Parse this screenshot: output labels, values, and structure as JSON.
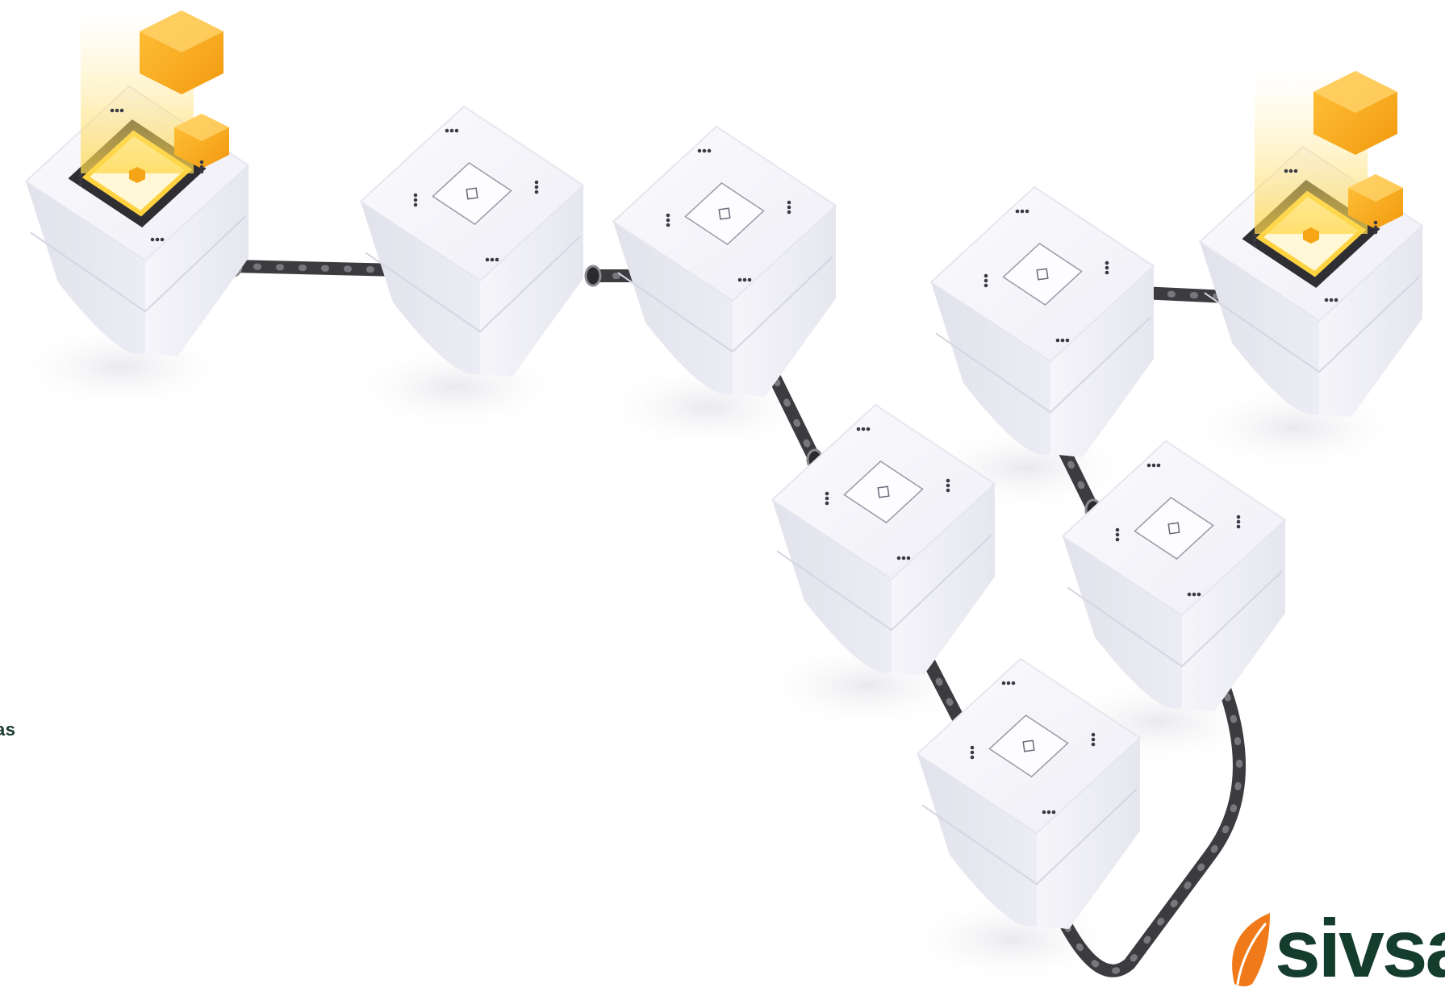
{
  "edge_text": "as",
  "logo": {
    "wordmark": "sivsa",
    "leaf_color": "#f07a1a",
    "text_color": "#143d2e"
  },
  "colors": {
    "cube_top": "#f6f6fb",
    "cube_side": "#e9e9f2",
    "cable": "#5a5a5e",
    "highlight": "#ffd23f",
    "amber_block": "#f7a516"
  },
  "scene": {
    "cubes": [
      {
        "name": "cube-1-highlighted",
        "highlighted": true
      },
      {
        "name": "cube-2"
      },
      {
        "name": "cube-3"
      },
      {
        "name": "cube-4"
      },
      {
        "name": "cube-5"
      },
      {
        "name": "cube-6"
      },
      {
        "name": "cube-7"
      },
      {
        "name": "cube-8-highlighted",
        "highlighted": true
      }
    ],
    "cables": [
      "cable-1-2",
      "cable-2-3",
      "cable-3-4",
      "cable-4-5",
      "cable-5-6",
      "cable-6-7",
      "cable-7-8"
    ]
  }
}
